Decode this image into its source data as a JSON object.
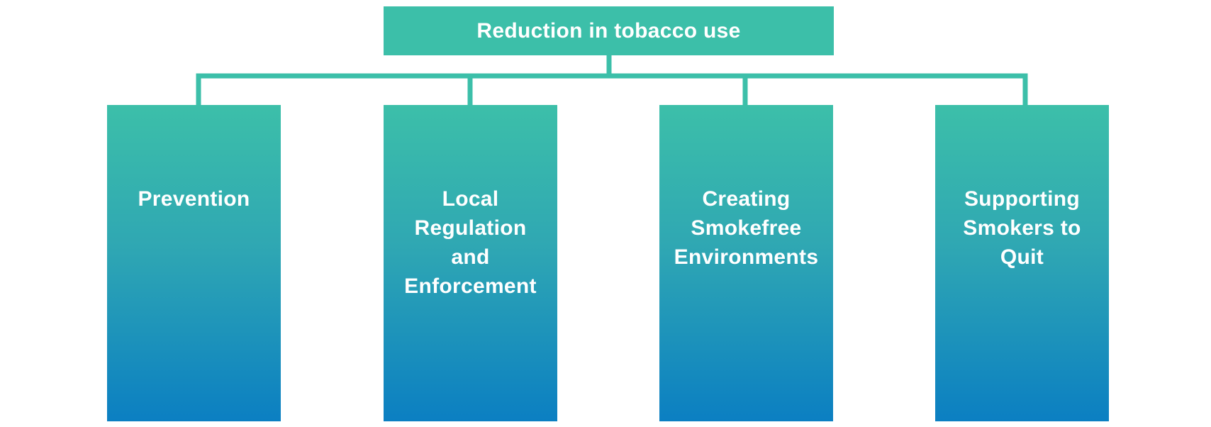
{
  "diagram": {
    "root": {
      "label": "Reduction in tobacco use"
    },
    "children": [
      {
        "label": "Prevention"
      },
      {
        "label": "Local\nRegulation\nand\nEnforcement"
      },
      {
        "label": "Creating\nSmokefree\nEnvironments"
      },
      {
        "label": "Supporting\nSmokers to\nQuit"
      }
    ],
    "colors": {
      "root_fill": "#3cbfa9",
      "connector": "#3cbfa9",
      "child_gradient_top": "#3cbfa9",
      "child_gradient_bottom": "#0b7fc2",
      "text": "#ffffff"
    }
  }
}
